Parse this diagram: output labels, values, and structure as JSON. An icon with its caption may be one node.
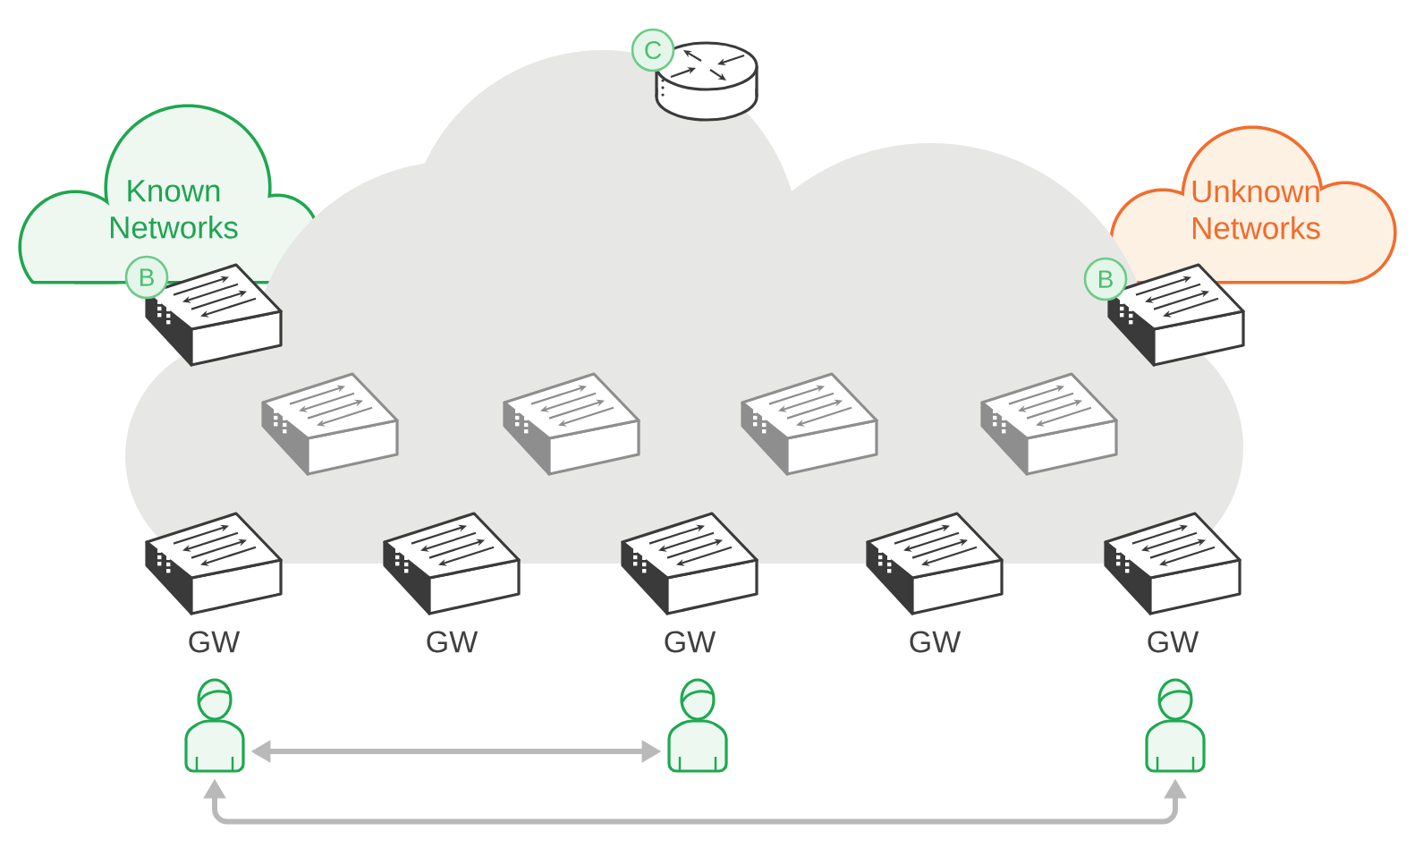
{
  "diagram": {
    "nodes": [
      {
        "text": [],
        "shape": "cloud"
      },
      {
        "text": [
          "C"
        ]
      },
      {
        "text": [
          "Known Networks"
        ]
      },
      {
        "text": [
          "Unknown Networks"
        ]
      },
      {
        "text": [
          "B"
        ],
        "in": 0
      },
      {
        "text": [
          "B"
        ],
        "in": 0
      },
      {
        "text": [],
        "shape": "picture",
        "in": 0
      },
      {
        "text": [],
        "shape": "picture",
        "in": 0
      },
      {
        "text": [],
        "shape": "picture",
        "in": 0
      },
      {
        "text": [],
        "shape": "picture",
        "in": 0
      },
      {
        "text": [],
        "shape": "picture",
        "beside": [
          "GW"
        ]
      },
      {
        "text": [],
        "shape": "picture",
        "beside": [
          "GW"
        ]
      },
      {
        "text": [],
        "shape": "picture",
        "beside": [
          "GW"
        ]
      },
      {
        "text": [],
        "shape": "picture",
        "beside": [
          "GW"
        ]
      },
      {
        "text": [],
        "shape": "picture",
        "beside": [
          "GW"
        ]
      },
      {
        "text": [],
        "shape": "person"
      },
      {
        "text": [],
        "shape": "person"
      },
      {
        "text": [],
        "shape": "person"
      }
    ],
    "edges": [
      {
        "from": 15,
        "to": 16,
        "arrow": "both"
      },
      {
        "from": 15,
        "to": 17,
        "arrow": "both"
      }
    ]
  }
}
